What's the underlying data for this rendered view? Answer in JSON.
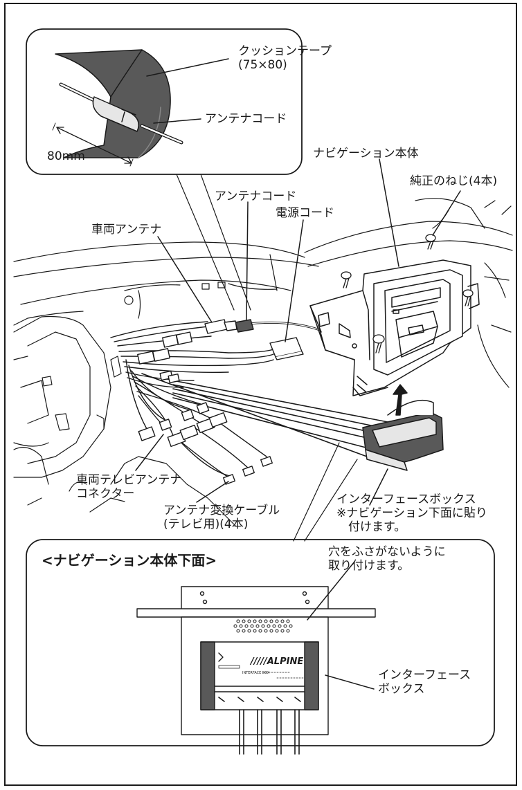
{
  "inset_top": {
    "cushion_tape_label": "クッションテープ\n(75×80)",
    "antenna_cord_label": "アンテナコード",
    "dimension_label": "80mm"
  },
  "main": {
    "navi_body_label": "ナビゲーション本体",
    "genuine_screw_label": "純正のねじ(4本)",
    "antenna_cord_label": "アンテナコード",
    "power_cord_label": "電源コード",
    "vehicle_antenna_label": "車両アンテナ",
    "vehicle_tv_antenna_connector_label": "車両テレビアンテナ\nコネクター",
    "antenna_conversion_cable_label": "アンテナ変換ケーブル\n(テレビ用)(4本)",
    "interface_box_label": "インターフェースボックス\n※ナビゲーション下面に貼り\n　付けます。"
  },
  "inset_bottom": {
    "heading": "<ナビゲーション本体下面>",
    "hole_note_label": "穴をふさがないように\n取り付けます。",
    "interface_box_label": "インターフェース\nボックス",
    "brand_logo": "/////ALPINE",
    "box_caption": "INTERFACE BOX"
  }
}
